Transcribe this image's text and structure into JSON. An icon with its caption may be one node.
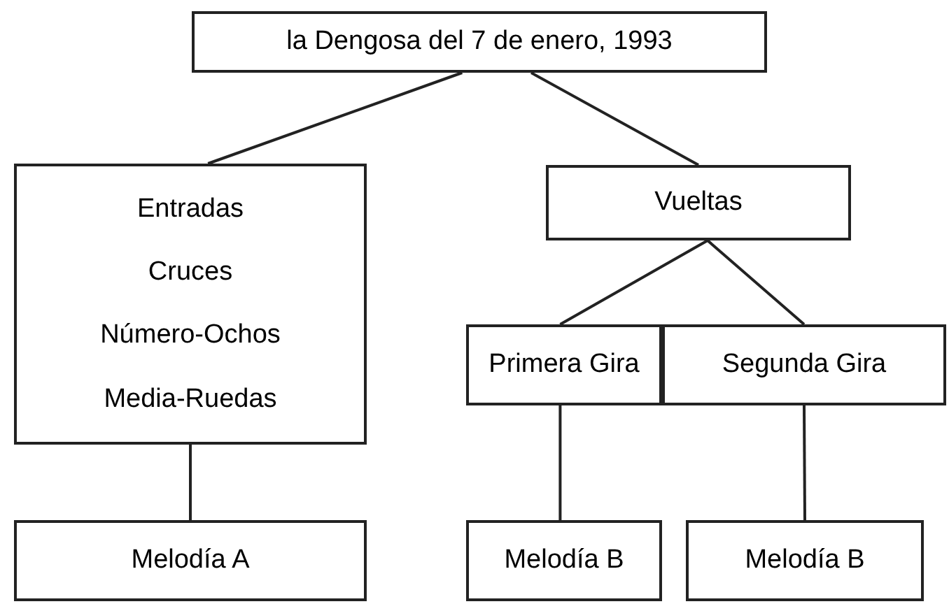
{
  "diagram": {
    "nodes": [
      {
        "text": [
          "la Dengosa del 7 de enero, 1993"
        ]
      },
      {
        "text": [
          "Entradas",
          "Cruces",
          "Número-Ochos",
          "Media-Ruedas"
        ]
      },
      {
        "text": [
          "Vueltas"
        ]
      },
      {
        "text": [
          "Primera Gira"
        ]
      },
      {
        "text": [
          "Segunda Gira"
        ]
      },
      {
        "text": [
          "Melodía A"
        ]
      },
      {
        "text": [
          "Melodía B"
        ]
      },
      {
        "text": [
          "Melodía B"
        ]
      }
    ],
    "edges": [
      {
        "from": 0,
        "to": 1,
        "arrow": "none"
      },
      {
        "from": 0,
        "to": 2,
        "arrow": "none"
      },
      {
        "from": 2,
        "to": 3,
        "arrow": "none"
      },
      {
        "from": 2,
        "to": 4,
        "arrow": "none"
      },
      {
        "from": 1,
        "to": 5,
        "arrow": "none"
      },
      {
        "from": 3,
        "to": 6,
        "arrow": "none"
      },
      {
        "from": 4,
        "to": 7,
        "arrow": "none"
      }
    ]
  }
}
